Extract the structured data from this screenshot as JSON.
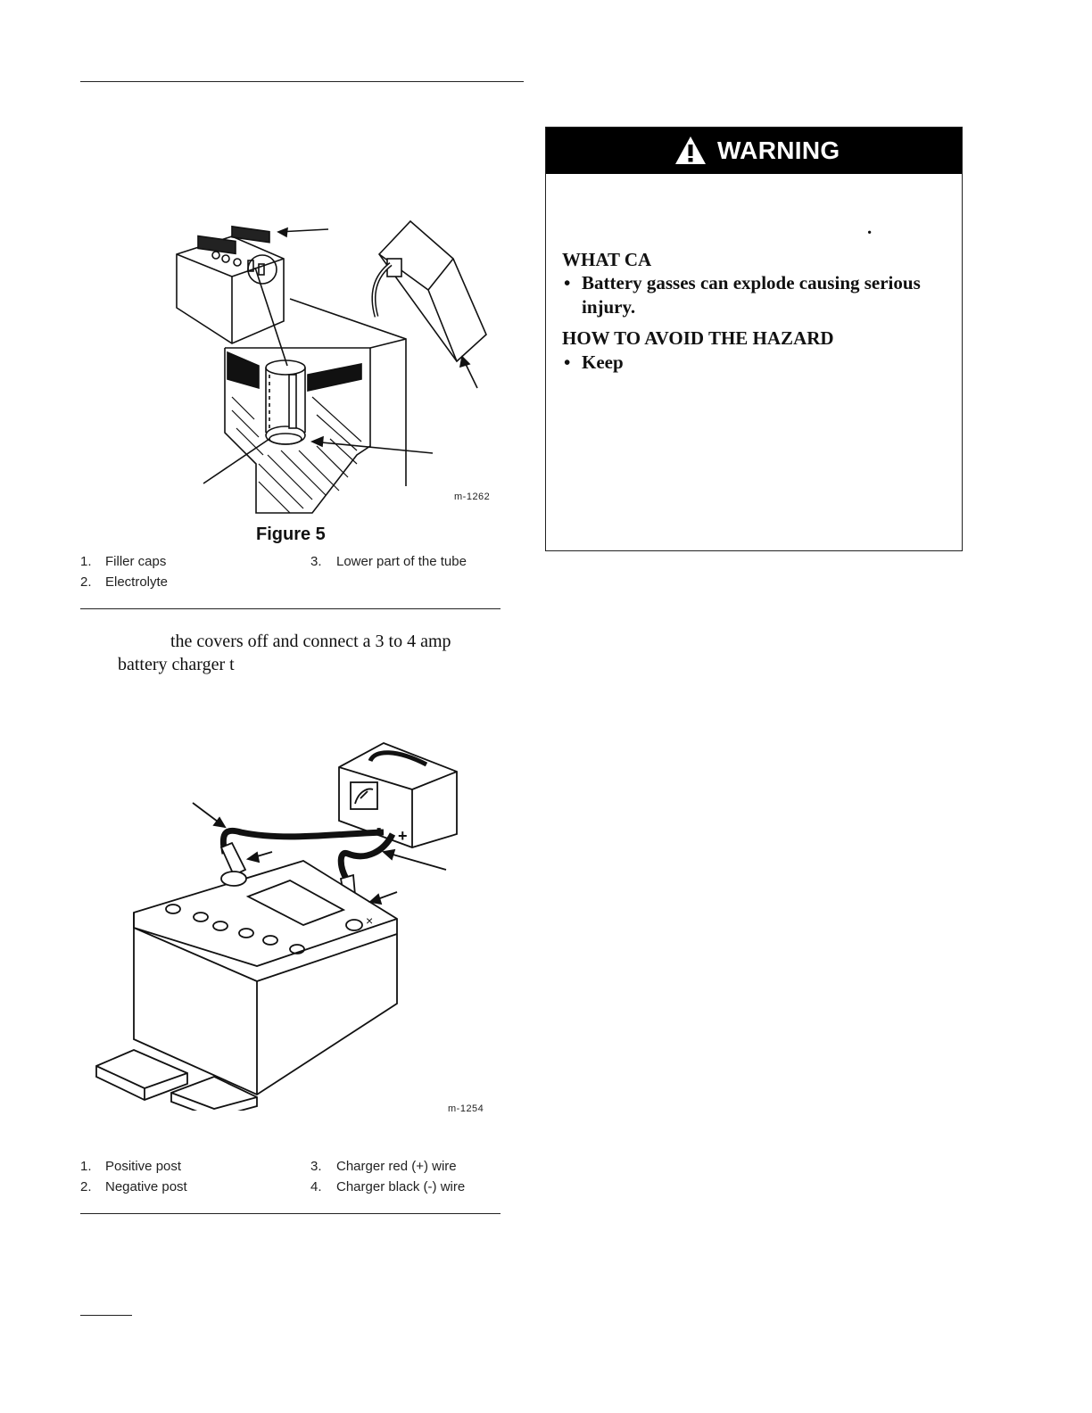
{
  "figure5": {
    "label": "Figure 5",
    "tag": "m-1262",
    "legend": [
      {
        "num": "1.",
        "text": "Filler caps"
      },
      {
        "num": "2.",
        "text": "Electrolyte"
      },
      {
        "num": "3.",
        "text": "Lower part of the tube"
      }
    ]
  },
  "step_text": {
    "line1": "the covers off and connect a 3 to 4 amp",
    "line2": "battery charger t"
  },
  "figure6": {
    "tag": "m-1254",
    "legend": [
      {
        "num": "1.",
        "text": "Positive post"
      },
      {
        "num": "2.",
        "text": "Negative post"
      },
      {
        "num": "3.",
        "text": "Charger red (+) wire"
      },
      {
        "num": "4.",
        "text": "Charger black (-) wire"
      }
    ]
  },
  "warning": {
    "title": "WARNING",
    "dot": ".",
    "what_heading": "WHAT CA",
    "what_bullet_line1": "Battery gasses can explode causing serious",
    "what_bullet_line2": "injury.",
    "how_heading": "HOW TO AVOID THE HAZARD",
    "how_bullet": "Keep",
    "bullet_char": "•",
    "icon": "warning-triangle-icon"
  }
}
